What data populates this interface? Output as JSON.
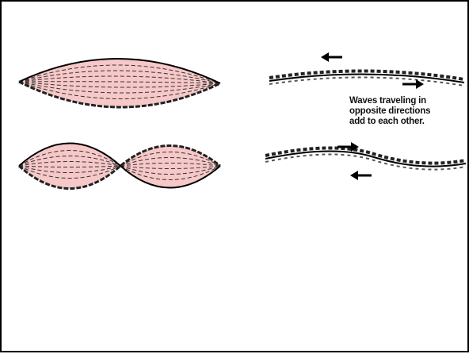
{
  "colors": {
    "loop_fill": "#f7c8c8",
    "line": "#000000",
    "dash": "#333333",
    "background": "#ffffff"
  },
  "caption": {
    "line1": "Waves traveling in",
    "line2": "opposite directions",
    "line3": "add to each other."
  }
}
